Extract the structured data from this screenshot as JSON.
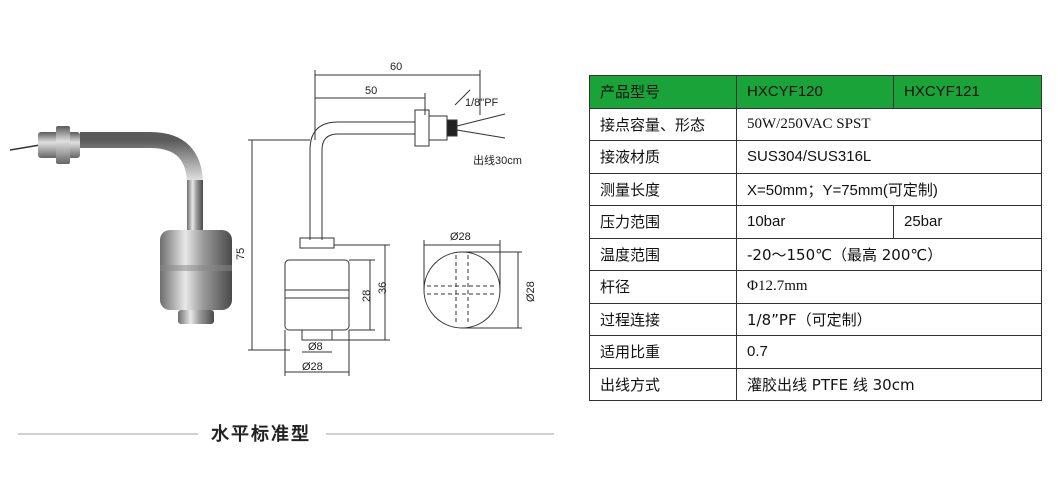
{
  "figure": {
    "caption": "水平标准型",
    "dims": {
      "d60": "60",
      "d50": "50",
      "thread": "1/8\"PF",
      "wire": "出线30cm",
      "d75": "75",
      "d28v": "28",
      "d36": "36",
      "d8": "Ø8",
      "d28b": "Ø28",
      "d28top": "Ø28",
      "d28side": "Ø28"
    }
  },
  "table": {
    "header": [
      "产品型号",
      "HXCYF120",
      "HXCYF121"
    ],
    "rows": [
      {
        "label": "接点容量、形态",
        "value": "50W/250VAC SPST"
      },
      {
        "label": "接液材质",
        "value": "SUS304/SUS316L"
      },
      {
        "label": "测量长度",
        "value": "X=50mm；Y=75mm(可定制)"
      },
      {
        "label": "压力范围",
        "value": "10bar",
        "value2": "25bar"
      },
      {
        "label": "温度范围",
        "value": "-20～150℃（最高 200℃）"
      },
      {
        "label": "杆径",
        "value": "Φ12.7mm"
      },
      {
        "label": "过程连接",
        "value": "1/8”PF（可定制）"
      },
      {
        "label": "适用比重",
        "value": "0.7"
      },
      {
        "label": "出线方式",
        "value": "灌胶出线 PTFE 线 30cm"
      }
    ]
  },
  "colors": {
    "header_bg": "#19a338",
    "border": "#333333"
  }
}
